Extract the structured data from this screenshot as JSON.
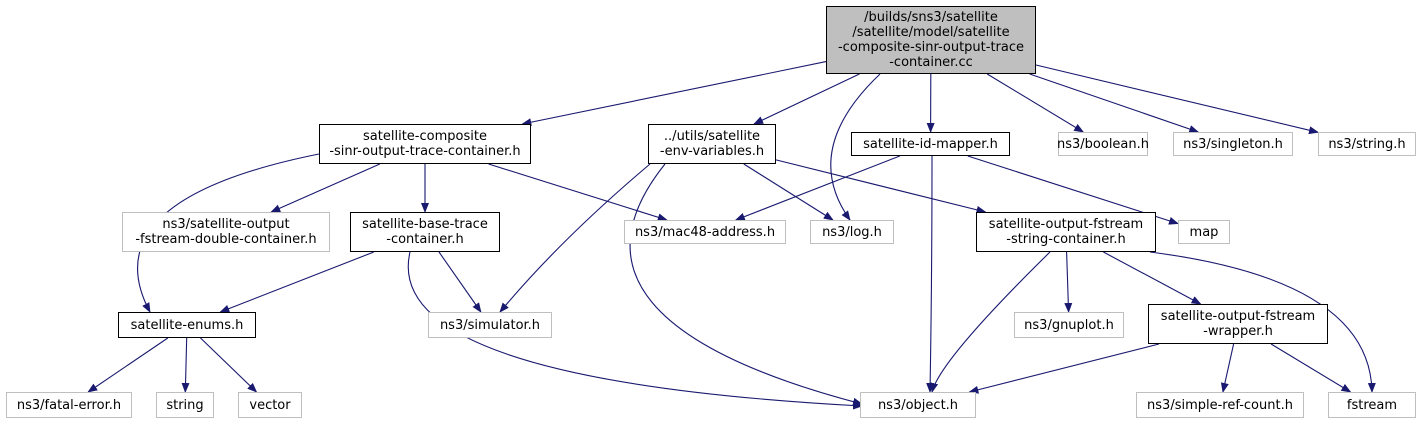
{
  "diagram": {
    "colors": {
      "edge": "#191970",
      "documented_border": "#000000",
      "external_border": "#bfbfbf",
      "root_fill": "#bfbfbf"
    },
    "nodes": [
      {
        "id": "root",
        "kind": "root",
        "lines": [
          "/builds/sns3/satellite",
          "/satellite/model/satellite",
          "-composite-sinr-output-trace",
          "-container.cc"
        ]
      },
      {
        "id": "sat_comp",
        "kind": "documented",
        "lines": [
          "satellite-composite",
          "-sinr-output-trace-container.h"
        ]
      },
      {
        "id": "utils_env",
        "kind": "documented",
        "lines": [
          "../utils/satellite",
          "-env-variables.h"
        ]
      },
      {
        "id": "id_mapper",
        "kind": "documented",
        "lines": [
          "satellite-id-mapper.h"
        ]
      },
      {
        "id": "boolean",
        "kind": "external",
        "lines": [
          "ns3/boolean.h"
        ]
      },
      {
        "id": "singleton",
        "kind": "external",
        "lines": [
          "ns3/singleton.h"
        ]
      },
      {
        "id": "string_h",
        "kind": "external",
        "lines": [
          "ns3/string.h"
        ]
      },
      {
        "id": "out_double",
        "kind": "external",
        "lines": [
          "ns3/satellite-output",
          "-fstream-double-container.h"
        ]
      },
      {
        "id": "base_trace",
        "kind": "documented",
        "lines": [
          "satellite-base-trace",
          "-container.h"
        ]
      },
      {
        "id": "mac48",
        "kind": "external",
        "lines": [
          "ns3/mac48-address.h"
        ]
      },
      {
        "id": "log",
        "kind": "external",
        "lines": [
          "ns3/log.h"
        ]
      },
      {
        "id": "out_string",
        "kind": "documented",
        "lines": [
          "satellite-output-fstream",
          "-string-container.h"
        ]
      },
      {
        "id": "map",
        "kind": "external",
        "lines": [
          "map"
        ]
      },
      {
        "id": "enums",
        "kind": "documented",
        "lines": [
          "satellite-enums.h"
        ]
      },
      {
        "id": "simulator",
        "kind": "external",
        "lines": [
          "ns3/simulator.h"
        ]
      },
      {
        "id": "gnuplot",
        "kind": "external",
        "lines": [
          "ns3/gnuplot.h"
        ]
      },
      {
        "id": "out_wrapper",
        "kind": "documented",
        "lines": [
          "satellite-output-fstream",
          "-wrapper.h"
        ]
      },
      {
        "id": "fatal",
        "kind": "external",
        "lines": [
          "ns3/fatal-error.h"
        ]
      },
      {
        "id": "string",
        "kind": "external",
        "lines": [
          "string"
        ]
      },
      {
        "id": "vector",
        "kind": "external",
        "lines": [
          "vector"
        ]
      },
      {
        "id": "object",
        "kind": "external",
        "lines": [
          "ns3/object.h"
        ]
      },
      {
        "id": "refcount",
        "kind": "external",
        "lines": [
          "ns3/simple-ref-count.h"
        ]
      },
      {
        "id": "fstream",
        "kind": "external",
        "lines": [
          "fstream"
        ]
      }
    ],
    "edges": [
      {
        "from": "root",
        "to": "sat_comp"
      },
      {
        "from": "root",
        "to": "utils_env"
      },
      {
        "from": "root",
        "to": "log"
      },
      {
        "from": "root",
        "to": "id_mapper"
      },
      {
        "from": "root",
        "to": "boolean"
      },
      {
        "from": "root",
        "to": "singleton"
      },
      {
        "from": "root",
        "to": "string_h"
      },
      {
        "from": "sat_comp",
        "to": "enums"
      },
      {
        "from": "sat_comp",
        "to": "out_double"
      },
      {
        "from": "sat_comp",
        "to": "base_trace"
      },
      {
        "from": "sat_comp",
        "to": "mac48"
      },
      {
        "from": "utils_env",
        "to": "simulator"
      },
      {
        "from": "utils_env",
        "to": "object"
      },
      {
        "from": "utils_env",
        "to": "log"
      },
      {
        "from": "utils_env",
        "to": "out_string"
      },
      {
        "from": "id_mapper",
        "to": "mac48"
      },
      {
        "from": "id_mapper",
        "to": "object"
      },
      {
        "from": "id_mapper",
        "to": "map"
      },
      {
        "from": "base_trace",
        "to": "enums"
      },
      {
        "from": "base_trace",
        "to": "simulator"
      },
      {
        "from": "base_trace",
        "to": "object"
      },
      {
        "from": "out_string",
        "to": "object"
      },
      {
        "from": "out_string",
        "to": "gnuplot"
      },
      {
        "from": "out_string",
        "to": "out_wrapper"
      },
      {
        "from": "out_string",
        "to": "fstream"
      },
      {
        "from": "enums",
        "to": "fatal"
      },
      {
        "from": "enums",
        "to": "string"
      },
      {
        "from": "enums",
        "to": "vector"
      },
      {
        "from": "out_wrapper",
        "to": "object"
      },
      {
        "from": "out_wrapper",
        "to": "refcount"
      },
      {
        "from": "out_wrapper",
        "to": "fstream"
      }
    ]
  }
}
